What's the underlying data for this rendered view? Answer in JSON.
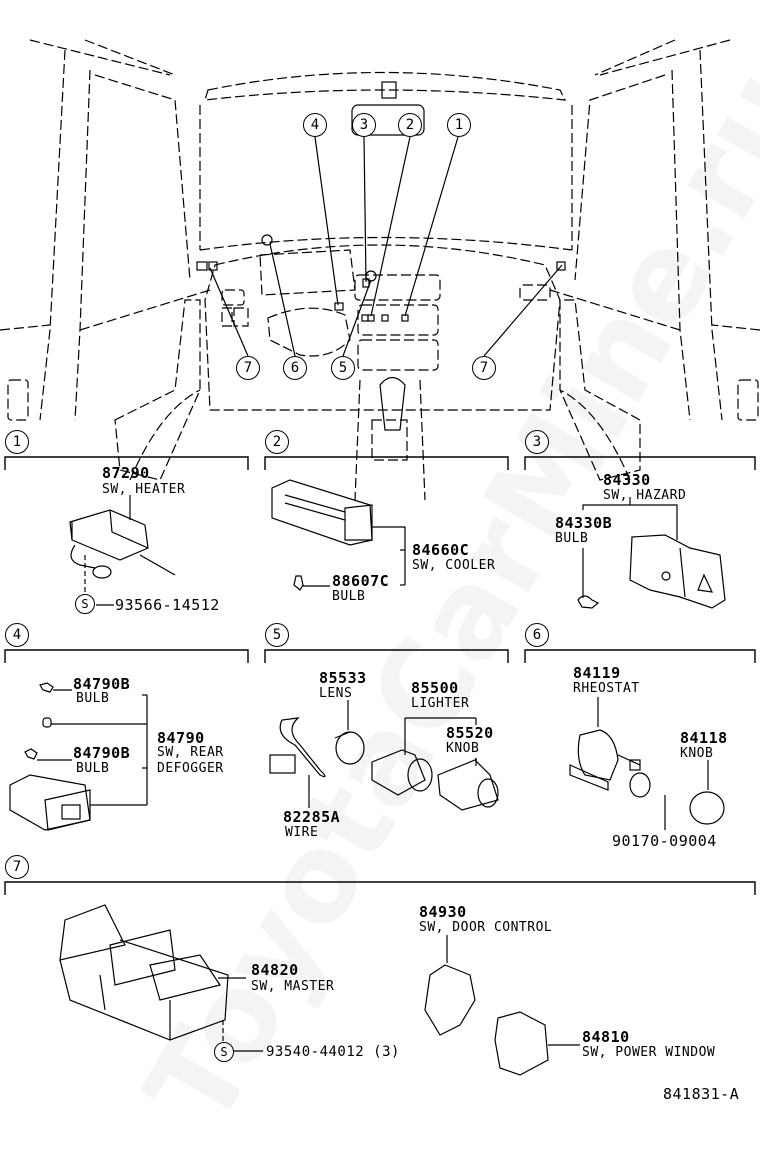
{
  "watermark": "ToyotaCarMine.ru",
  "drawing_id": "841831-A",
  "overview": {
    "callouts": [
      "4",
      "3",
      "2",
      "1",
      "7",
      "6",
      "5",
      "7"
    ]
  },
  "sections": [
    {
      "index": "1",
      "parts": [
        {
          "pn": "87290",
          "name": "SW, HEATER"
        },
        {
          "pn": "93566-14512",
          "name": "",
          "standard": "S"
        }
      ]
    },
    {
      "index": "2",
      "parts": [
        {
          "pn": "84660C",
          "name": "SW, COOLER"
        },
        {
          "pn": "88607C",
          "name": "BULB"
        }
      ]
    },
    {
      "index": "3",
      "parts": [
        {
          "pn": "84330",
          "name": "SW, HAZARD"
        },
        {
          "pn": "84330B",
          "name": "BULB"
        }
      ]
    },
    {
      "index": "4",
      "parts": [
        {
          "pn": "84790B",
          "name": "BULB"
        },
        {
          "pn": "84790",
          "name": "SW, REAR"
        },
        {
          "pn": "84790B",
          "name": "BULB"
        }
      ],
      "extra": "DEFOGGER"
    },
    {
      "index": "5",
      "parts": [
        {
          "pn": "85533",
          "name": "LENS"
        },
        {
          "pn": "85500",
          "name": "LIGHTER"
        },
        {
          "pn": "85520",
          "name": "KNOB"
        },
        {
          "pn": "82285A",
          "name": "WIRE"
        }
      ]
    },
    {
      "index": "6",
      "parts": [
        {
          "pn": "84119",
          "name": "RHEOSTAT"
        },
        {
          "pn": "84118",
          "name": "KNOB"
        },
        {
          "pn": "90170-09004",
          "name": ""
        }
      ]
    },
    {
      "index": "7",
      "parts": [
        {
          "pn": "84820",
          "name": "SW, MASTER"
        },
        {
          "pn": "93540-44012 (3)",
          "name": "",
          "standard": "S"
        },
        {
          "pn": "84930",
          "name": "SW, DOOR  CONTROL"
        },
        {
          "pn": "84810",
          "name": "SW, POWER  WINDOW"
        }
      ]
    }
  ]
}
